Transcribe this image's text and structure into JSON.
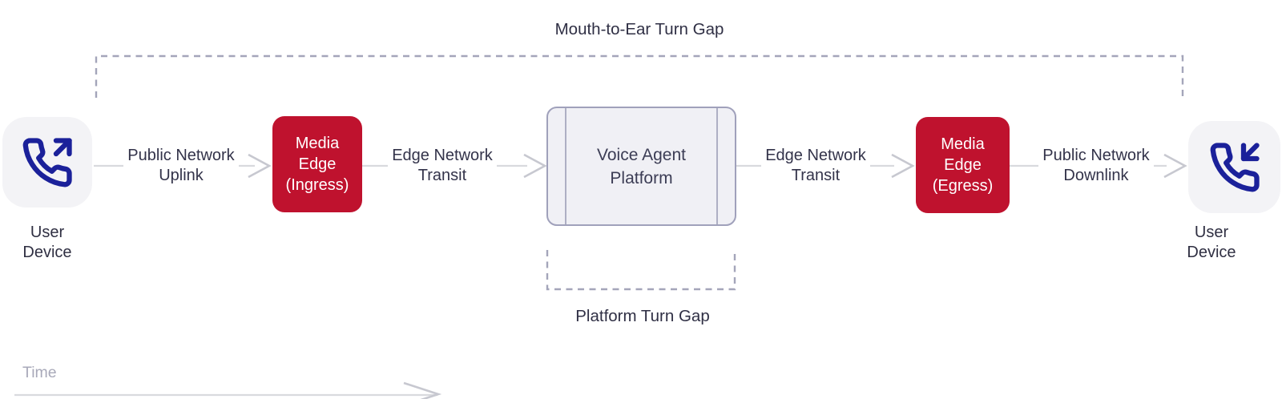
{
  "titles": {
    "mouth_to_ear": "Mouth-to-Ear Turn Gap",
    "platform_turn_gap": "Platform Turn Gap",
    "time_axis": "Time"
  },
  "nodes": {
    "user_device_left": {
      "label": "User\nDevice",
      "icon": "phone-outgoing-icon"
    },
    "media_edge_ingress": {
      "label": "Media\nEdge\n(Ingress)"
    },
    "voice_agent_platform": {
      "label": "Voice Agent\nPlatform"
    },
    "media_edge_egress": {
      "label": "Media\nEdge\n(Egress)"
    },
    "user_device_right": {
      "label": "User\nDevice",
      "icon": "phone-incoming-icon"
    }
  },
  "connectors": [
    {
      "label": "Public Network\nUplink"
    },
    {
      "label": "Edge Network\nTransit"
    },
    {
      "label": "Edge Network\nTransit"
    },
    {
      "label": "Public Network\nDownlink"
    }
  ],
  "colors": {
    "accent_red": "#bf122e",
    "icon_navy": "#1b219a",
    "dashed_bracket": "#a4a5ba",
    "connector_gray": "#d9dade",
    "arrowhead_gray": "#c7c8d0",
    "text_dark": "#33334a",
    "platform_fill": "#f0f0f5",
    "platform_border": "#a0a1bb",
    "device_tile_fill": "#f3f3f6",
    "time_text": "#a8a9b9"
  }
}
